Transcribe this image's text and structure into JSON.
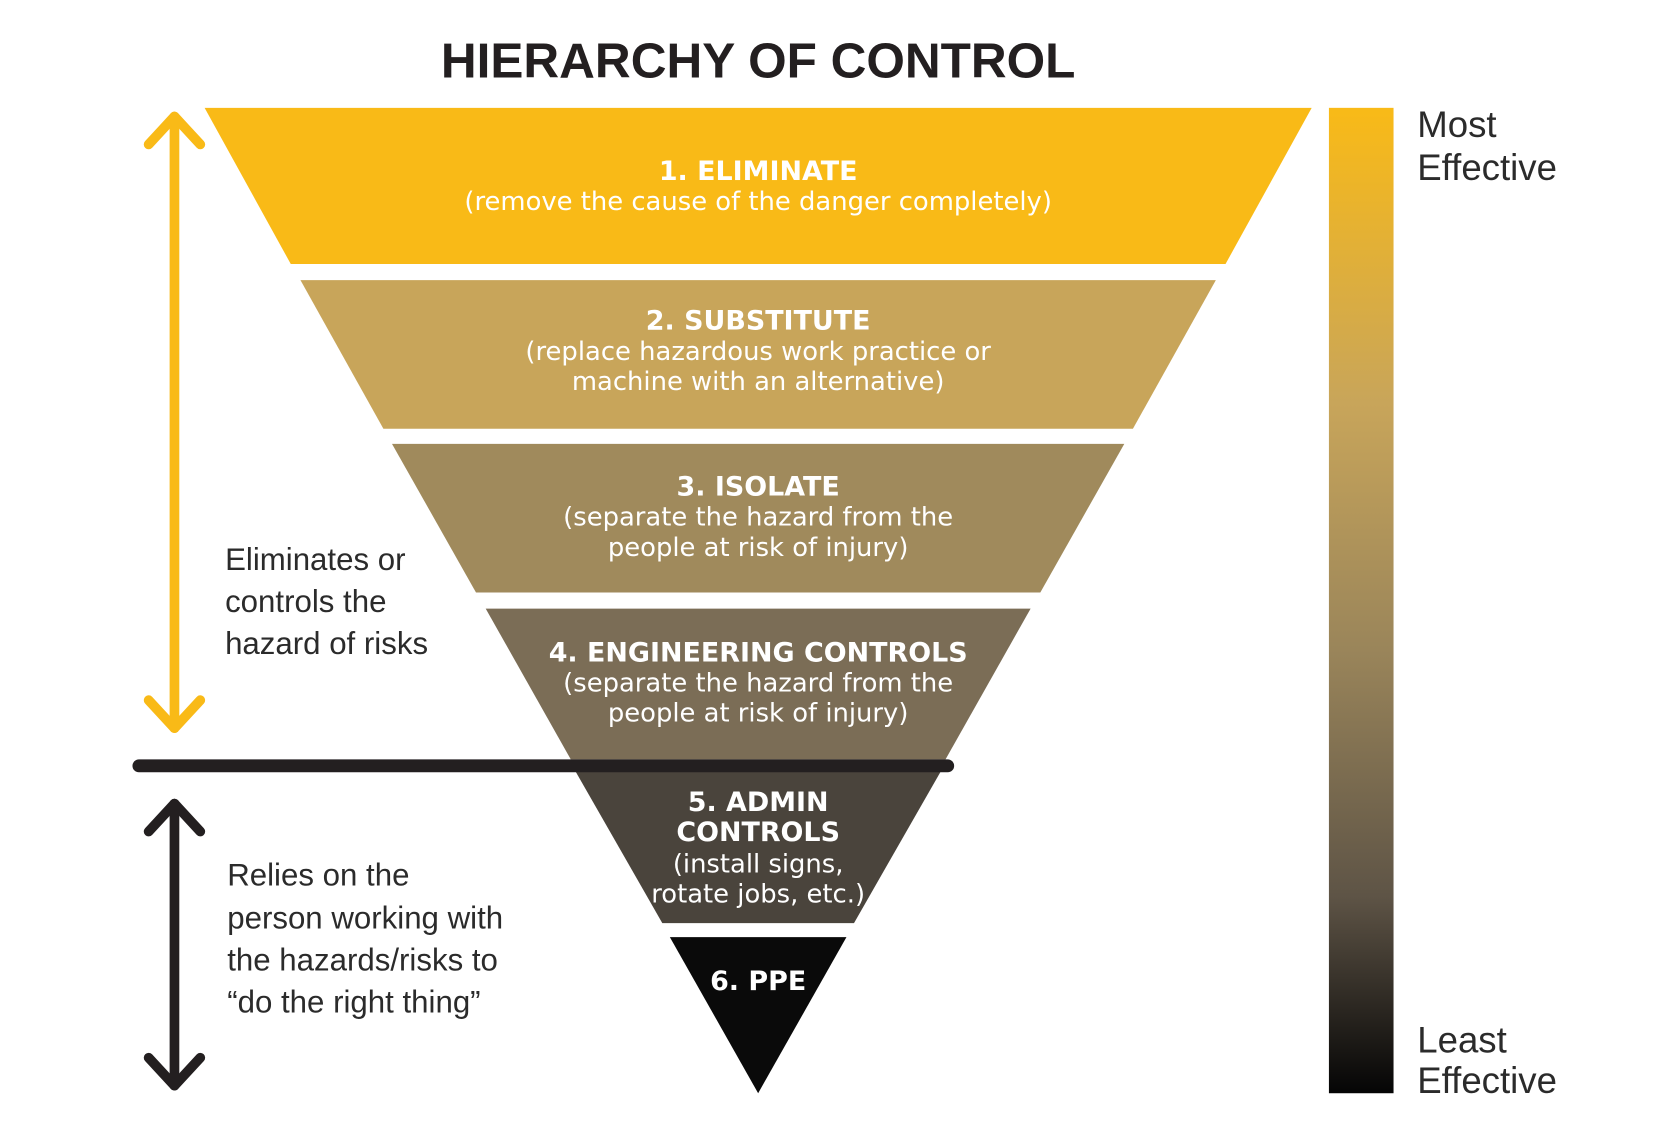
{
  "title": "HIERARCHY OF CONTROL",
  "levels": [
    {
      "title": "1. ELIMINATE",
      "desc": [
        "(remove the cause of the danger completely)"
      ],
      "color": "#F9BA17"
    },
    {
      "title": "2. SUBSTITUTE",
      "desc": [
        "(replace hazardous work practice or",
        "machine with an alternative)"
      ],
      "color": "#C8A55A"
    },
    {
      "title": "3. ISOLATE",
      "desc": [
        "(separate the hazard from the",
        "people at risk of injury)"
      ],
      "color": "#A08A5C"
    },
    {
      "title": "4. ENGINEERING CONTROLS",
      "desc": [
        "(separate the hazard from the",
        "people at risk of injury)"
      ],
      "color": "#7B6D56"
    },
    {
      "title": "5. ADMIN",
      "title2": "CONTROLS",
      "desc": [
        "(install signs,",
        "rotate jobs, etc.)"
      ],
      "color": "#4A443C"
    },
    {
      "title": "6. PPE",
      "desc": [],
      "color": "#0A0A0A"
    }
  ],
  "left_upper": [
    "Eliminates or",
    "controls the",
    "hazard of risks"
  ],
  "left_lower": [
    "Relies on the",
    "person working with",
    "the hazards/risks to",
    "“do the right thing”"
  ],
  "scale": {
    "top": [
      "Most",
      "Effective"
    ],
    "bottom": [
      "Least",
      "Effective"
    ]
  },
  "colors": {
    "yellow": "#F9BA17",
    "dark": "#231f20"
  }
}
